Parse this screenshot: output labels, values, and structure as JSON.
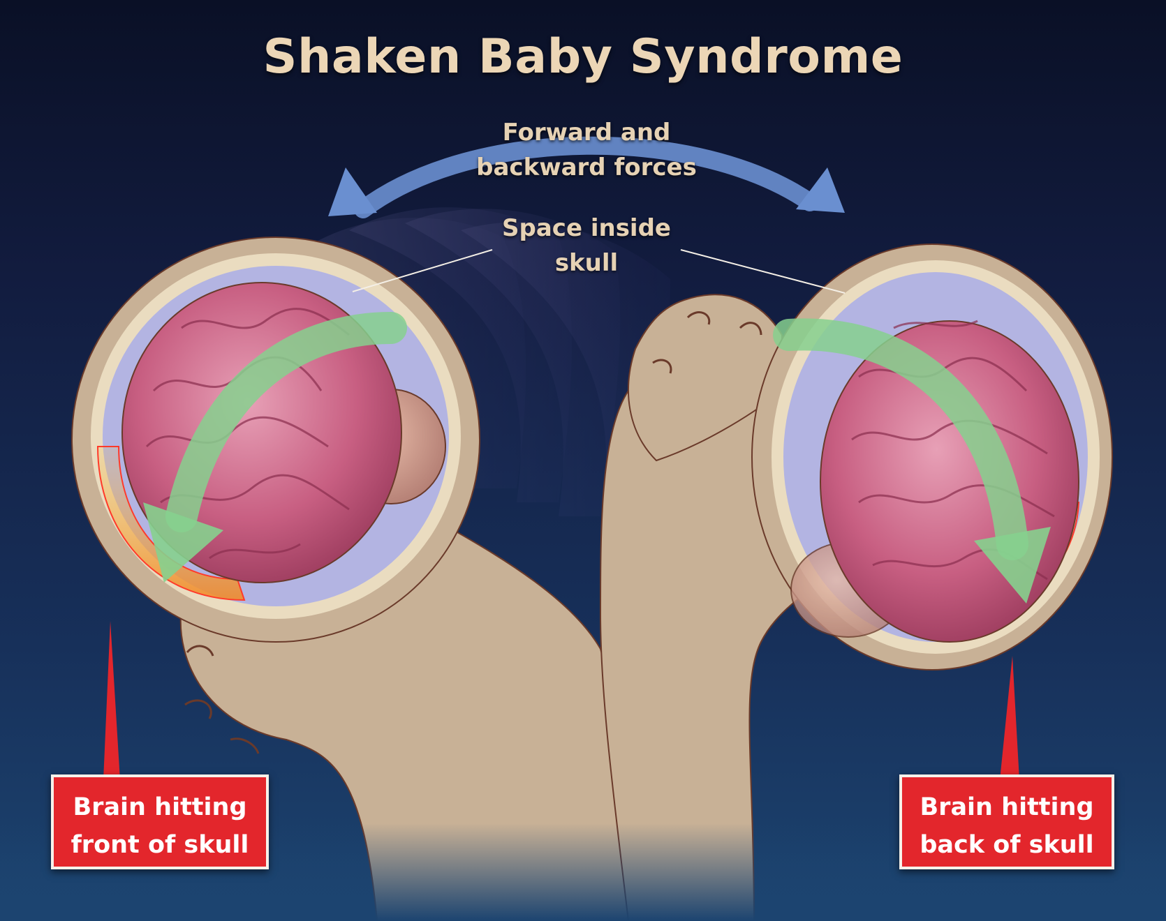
{
  "title": "Shaken Baby Syndrome",
  "labels": {
    "forces": [
      "Forward and",
      "backward forces"
    ],
    "space": [
      "Space inside",
      "skull"
    ],
    "front": [
      "Brain hitting",
      "front of skull"
    ],
    "back": [
      "Brain hitting",
      "back of skull"
    ]
  },
  "colors": {
    "background_top": "#0a1026",
    "background_bottom": "#1c4470",
    "title_text": "#ecd6b6",
    "skin": "#c8b196",
    "skull_space": "#b3b4e2",
    "brain": "#c85f82",
    "green_arrow": "#86d08e",
    "blue_arrow": "#6a8fd0",
    "impact": "#f08a2a",
    "callout_red": "#e3262c"
  }
}
